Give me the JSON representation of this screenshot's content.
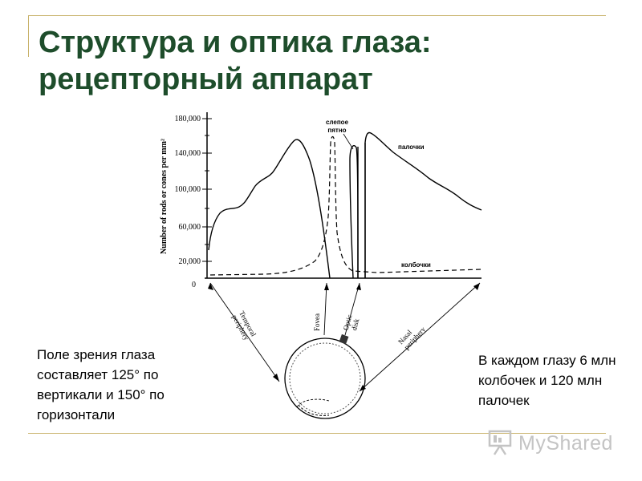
{
  "slide": {
    "title_line1": "Структура и оптика глаза:",
    "title_line2": "рецепторный аппарат",
    "left_note": "Поле зрения глаза составляет 125° по вертикали и 150° по горизонтали",
    "right_note": "В каждом глазу 6 млн колбочек и 120 млн палочек",
    "watermark": "MyShared"
  },
  "diagram": {
    "y_axis_label": "Number of rods or cones per mm²",
    "y_ticks": [
      "180,000",
      "140,000",
      "100,000",
      "60,000",
      "20,000",
      "0"
    ],
    "blind_spot_line1": "слепое",
    "blind_spot_line2": "пятно",
    "rods_label": "палочки",
    "cones_label": "колбочки",
    "region_temporal_line1": "Temporal",
    "region_temporal_line2": "periphery",
    "region_fovea": "Fovea",
    "region_optic_line1": "Optic",
    "region_optic_line2": "disk",
    "region_nasal_line1": "Nasal",
    "region_nasal_line2": "periphery"
  }
}
